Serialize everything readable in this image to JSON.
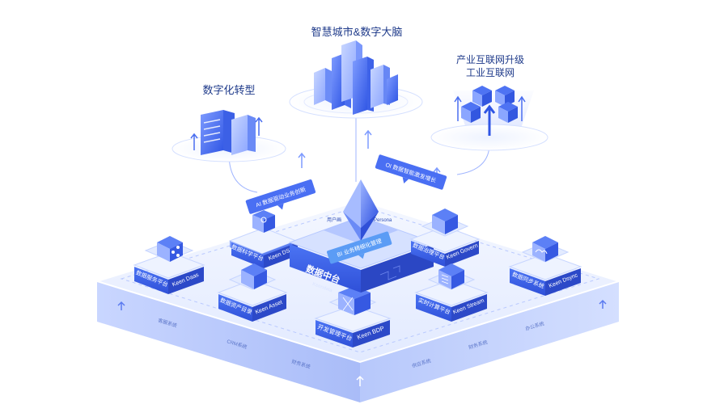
{
  "goals": {
    "smart_city": "智慧城市&数字大脑",
    "digital_transform": "数字化转型",
    "industrial_internet_line1": "产业互联网升级",
    "industrial_internet_line2": "工业互联网"
  },
  "bubbles": {
    "ai_driven": "AI 数据驱动业务创新",
    "oi_growth": "OI 数据智能激发增长",
    "bi_refined": "BI 业务精细化管理"
  },
  "persona": {
    "left": "用户画",
    "right": "Persona"
  },
  "center": {
    "title": "数据中台",
    "subtitle": "Keendata"
  },
  "modules": {
    "dsp": {
      "label": "数据科学平台",
      "code": "Keen DSP"
    },
    "daas": {
      "label": "数据服务平台",
      "code": "Keen Daas"
    },
    "asset": {
      "label": "数据资产目录",
      "code": "Keen Asset"
    },
    "bdp": {
      "label": "开发管理平台",
      "code": "Keen BDP"
    },
    "govern": {
      "label": "数据治理平台",
      "code": "Keen Govern"
    },
    "stream": {
      "label": "实时计算平台",
      "code": "Keen Stream"
    },
    "dsync": {
      "label": "数据同步系统",
      "code": "Keen Dsync"
    }
  },
  "base_systems": [
    "客服系统",
    "CRM系统",
    "财务系统",
    "供应系统",
    "财务系统",
    "办公系统"
  ],
  "colors": {
    "accent": "#3b63f0",
    "deep": "#2c49d6",
    "light": "#dce6ff"
  }
}
